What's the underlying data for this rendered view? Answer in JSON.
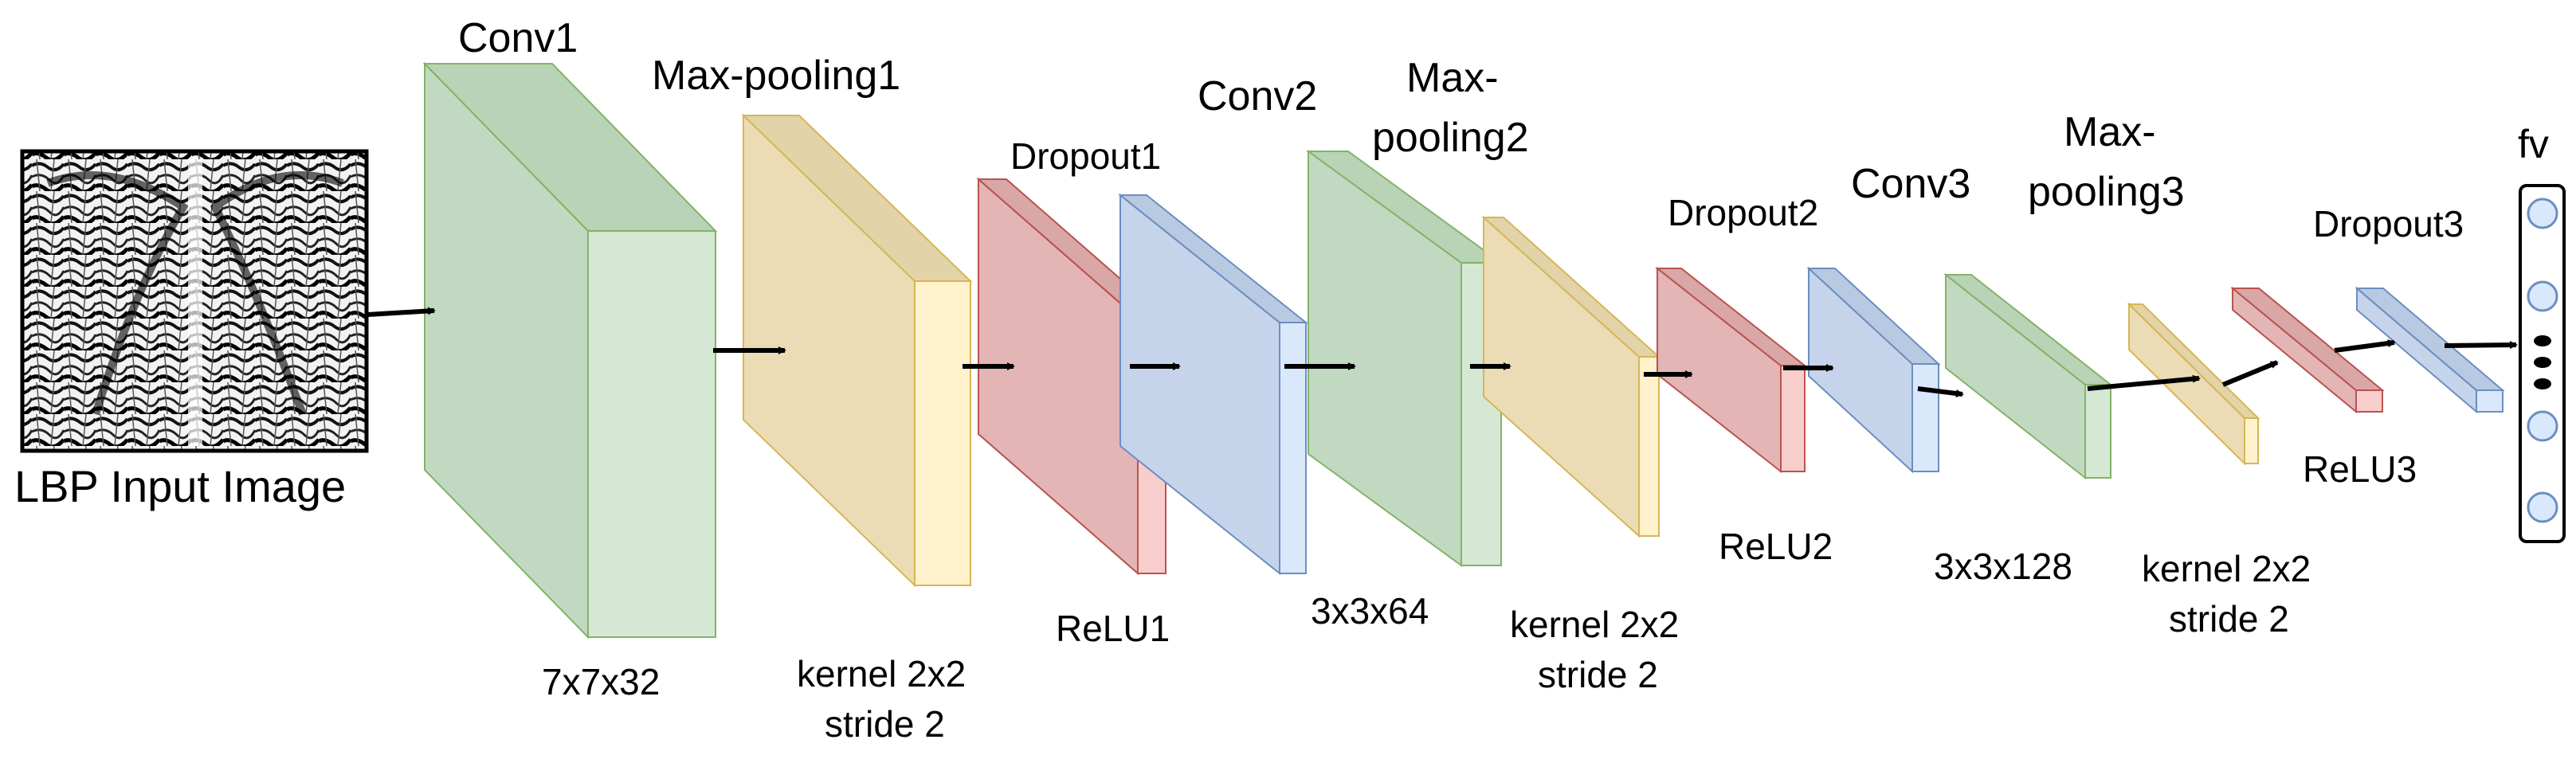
{
  "input": {
    "label": "LBP Input Image"
  },
  "layers": [
    {
      "id": "conv1",
      "title": [
        "Conv1"
      ],
      "below": [
        "7x7x32"
      ],
      "color": "green"
    },
    {
      "id": "maxpool1",
      "title": [
        "Max-pooling1"
      ],
      "below": [
        "kernel 2x2",
        "stride 2"
      ],
      "color": "yellow"
    },
    {
      "id": "dropout1",
      "title": [
        "Dropout1"
      ],
      "below": [],
      "color": "red"
    },
    {
      "id": "relu1",
      "title": [],
      "below": [
        "ReLU1"
      ],
      "color": "blue"
    },
    {
      "id": "conv2",
      "title": [
        "Conv2"
      ],
      "below": [],
      "color": "green"
    },
    {
      "id": "maxpool2",
      "title": [
        "Max-",
        "pooling2"
      ],
      "below": [
        "kernel 2x2",
        "stride 2"
      ],
      "color": "yellow"
    },
    {
      "id": "dropout2",
      "title": [
        "Dropout2"
      ],
      "below": [
        "ReLU2"
      ],
      "color": "red"
    },
    {
      "id": "conv3",
      "title": [
        "Conv3"
      ],
      "below": [
        "3x3x128"
      ],
      "color": "blue"
    },
    {
      "id": "maxpool3",
      "title": [
        "Max-",
        "pooling3"
      ],
      "below": [
        "kernel 2x2",
        "stride 2"
      ],
      "color": "green"
    },
    {
      "id": "dropout3",
      "title": [
        "Dropout3"
      ],
      "below": [
        "ReLU3"
      ],
      "color": "yellow"
    },
    {
      "id": "relu3",
      "title": [],
      "below": [],
      "color": "red"
    },
    {
      "id": "fc",
      "title": [],
      "below": [],
      "color": "blue"
    }
  ],
  "extra_labels": {
    "conv2_kernel": "3x3x64"
  },
  "output": {
    "label": "fv"
  },
  "colors": {
    "green": {
      "front": "#d5e8d4",
      "side": "#c2d9c1",
      "top": "#b9d3b7",
      "stroke": "#82b366"
    },
    "yellow": {
      "front": "#fff2cc",
      "side": "#ebdcb5",
      "top": "#e2d3a8",
      "stroke": "#d6b656"
    },
    "red": {
      "front": "#f8cecc",
      "side": "#e3b5b4",
      "top": "#d9a7a6",
      "stroke": "#b85450"
    },
    "blue": {
      "front": "#dae8fc",
      "side": "#c5d4eb",
      "top": "#b8c9e2",
      "stroke": "#6c8ebf"
    },
    "arrow": "#000000",
    "node_fill": "#dae8fc",
    "node_stroke": "#6c8ebf"
  }
}
